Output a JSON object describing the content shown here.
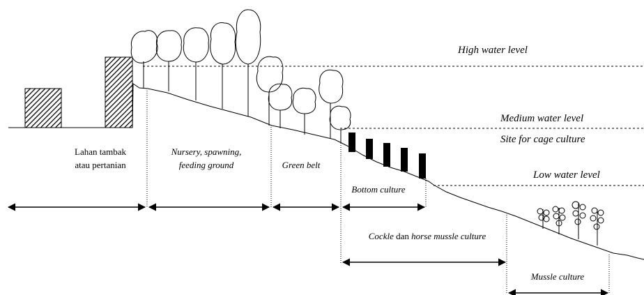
{
  "water_levels": {
    "high": "High water level",
    "medium": "Medium water level",
    "low": "Low water level"
  },
  "cage_site": "Site for cage culture",
  "zones": {
    "lahan_line1": "Lahan tambak",
    "lahan_line2": "atau pertanian",
    "nursery_line1": "Nursery, spawning,",
    "nursery_line2": "feeding ground",
    "green_belt": "Green belt",
    "bottom_culture": "Bottom culture",
    "cockle_pre": "Cockle",
    "cockle_mid": " dan ",
    "cockle_post": "horse mussle culture",
    "mussle_culture": "Mussle culture"
  }
}
